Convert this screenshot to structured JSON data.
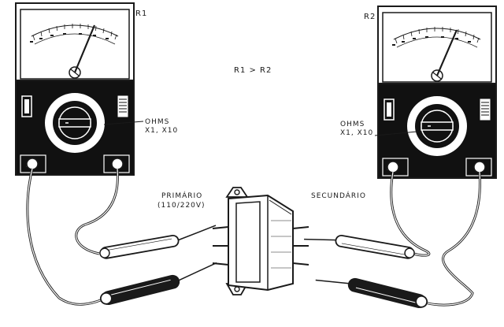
{
  "meters": {
    "left": {
      "label": "R1",
      "range": "OHMS\nX1, X10"
    },
    "right": {
      "label": "R2",
      "range": "OHMS\nX1, X10"
    }
  },
  "relation": "R1 > R2",
  "primary": {
    "line1": "PRIMÁRIO",
    "line2": "(110/220V)"
  },
  "secondary": "SECUNDÁRIO",
  "terminals": {
    "neg": "−",
    "pos": "+"
  },
  "colors": {
    "ink": "#1a1a1a",
    "panel": "#111111",
    "paper": "#ffffff"
  }
}
